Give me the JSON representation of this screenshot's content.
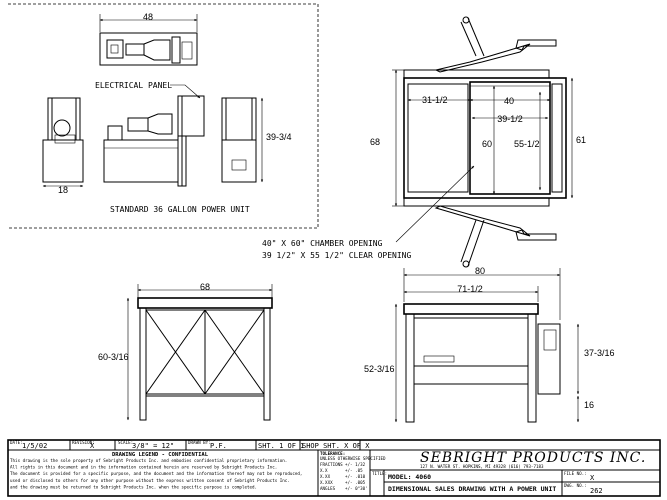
{
  "power_unit_detail": {
    "top_width": "48",
    "electrical_panel": "ELECTRICAL PANEL",
    "height": "39-3/4",
    "depth": "18",
    "caption": "STANDARD 36 GALLON POWER UNIT"
  },
  "plan_view": {
    "overall_height": "68",
    "overall_height_right": "61",
    "offset_left": "31-1/2",
    "chamber_width": "40",
    "clear_width": "39-1/2",
    "chamber_depth": "60",
    "clear_depth": "55-1/2"
  },
  "chamber_note": {
    "line1": "40\" X 60\" CHAMBER OPENING",
    "line2": "39 1/2\" X 55 1/2\" CLEAR OPENING"
  },
  "front_view": {
    "width": "68",
    "height": "60-3/16"
  },
  "side_view": {
    "overall_width": "80",
    "inner_width": "71-1/2",
    "height_left": "52-3/16",
    "height_right": "37-3/16",
    "bottom": "16"
  },
  "title_block": {
    "date_label": "DATE:",
    "date": "1/5/02",
    "revision_label": "REVISION:",
    "revision": "X",
    "scale_label": "SCALE:",
    "scale": "3/8\" = 12\"",
    "drawn_label": "DRAWN BY:",
    "drawn": "P.F.",
    "sheet": "SHT. 1 OF 1",
    "shop_sheet": "SHOP SHT. X OF X",
    "legend_title": "DRAWING LEGEND - CONFIDENTIAL",
    "legend_lines": [
      "This drawing is the sole property of Sebright Products Inc. and embodies confidential proprietary information.",
      "All rights in this document and in the information contained herein are reserved by Sebright Products Inc.",
      "The document is provided for a specific purpose, and the document and the information thereof may not be reproduced,",
      "used or disclosed to others for any other purpose without the express written consent of Sebright Products Inc.",
      "and the drawing must be returned to Sebright Products Inc. when the specific purpose is completed."
    ],
    "tolerance_title": "TOLERANCE:",
    "tolerance_sub": "UNLESS OTHERWISE SPECIFIED",
    "tolerances": [
      {
        "label": "FRACTIONS",
        "value": "+/- 1/32"
      },
      {
        "label": "X.X",
        "value": "+/- .05"
      },
      {
        "label": "X.XX",
        "value": "+/- .010"
      },
      {
        "label": "X.XXX",
        "value": "+/- .005"
      },
      {
        "label": "ANGLES",
        "value": "+/- 0°30'"
      }
    ],
    "company": "SEBRIGHT PRODUCTS INC.",
    "address": "127 N. WATER ST.  HOPKINS, MI 49328   (616) 793-7183",
    "title_label": "TITLE:",
    "model": "MODEL: 4060",
    "description": "DIMENSIONAL SALES DRAWING WITH A POWER UNIT",
    "file_label": "FILE NO.:",
    "file_no": "X",
    "dwg_label": "DWG. NO.:",
    "dwg_no": "262"
  }
}
